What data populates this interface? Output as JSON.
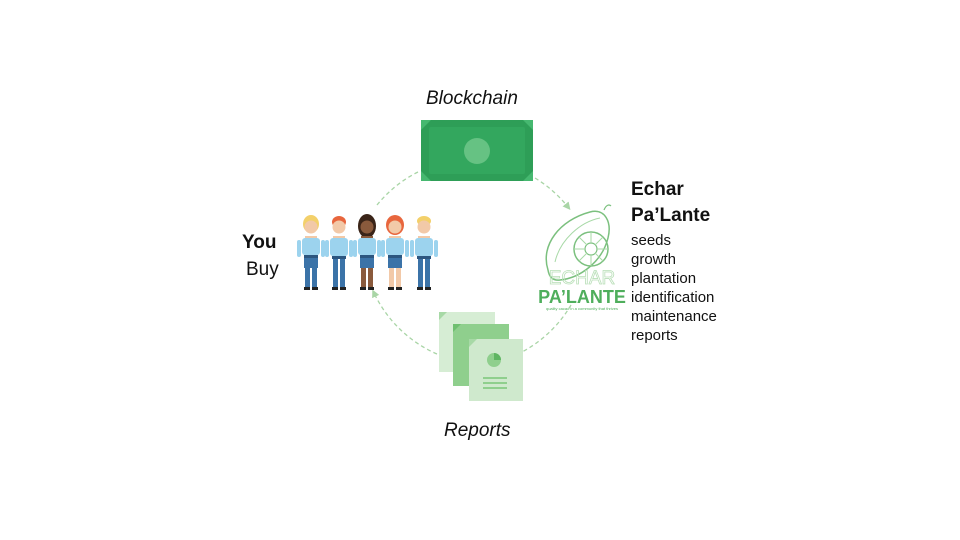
{
  "nodes": {
    "blockchain": {
      "label": "Blockchain",
      "icon": "banknote-icon"
    },
    "reports": {
      "label": "Reports",
      "icon": "documents-icon"
    },
    "you": {
      "title": "You",
      "subtitle": "Buy",
      "icon": "people-group-icon"
    },
    "echar": {
      "title_line1": "Echar",
      "title_line2": "Pa’Lante",
      "items": [
        "seeds",
        "growth",
        "plantation",
        "identification",
        "maintenance",
        "reports"
      ],
      "logo": {
        "text_top": "ECHAR",
        "text_bottom": "PA’LANTE",
        "tagline": "quality cacao in a community that thrives"
      }
    }
  },
  "colors": {
    "green_dark": "#2e9e57",
    "green_light": "#a7d9a6",
    "arrow": "#a9d5a6",
    "text": "#111111"
  }
}
